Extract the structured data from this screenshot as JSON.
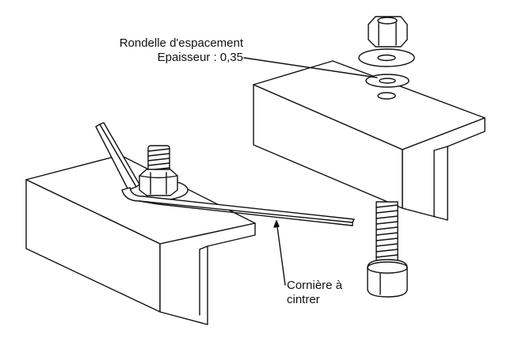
{
  "labels": {
    "washer_line1": "Rondelle d'espacement",
    "washer_line2": "Epaisseur : 0,35",
    "angle_line1": "Cornière à",
    "angle_line2": "cintrer"
  },
  "colors": {
    "line": "#111111",
    "background": "#ffffff"
  }
}
